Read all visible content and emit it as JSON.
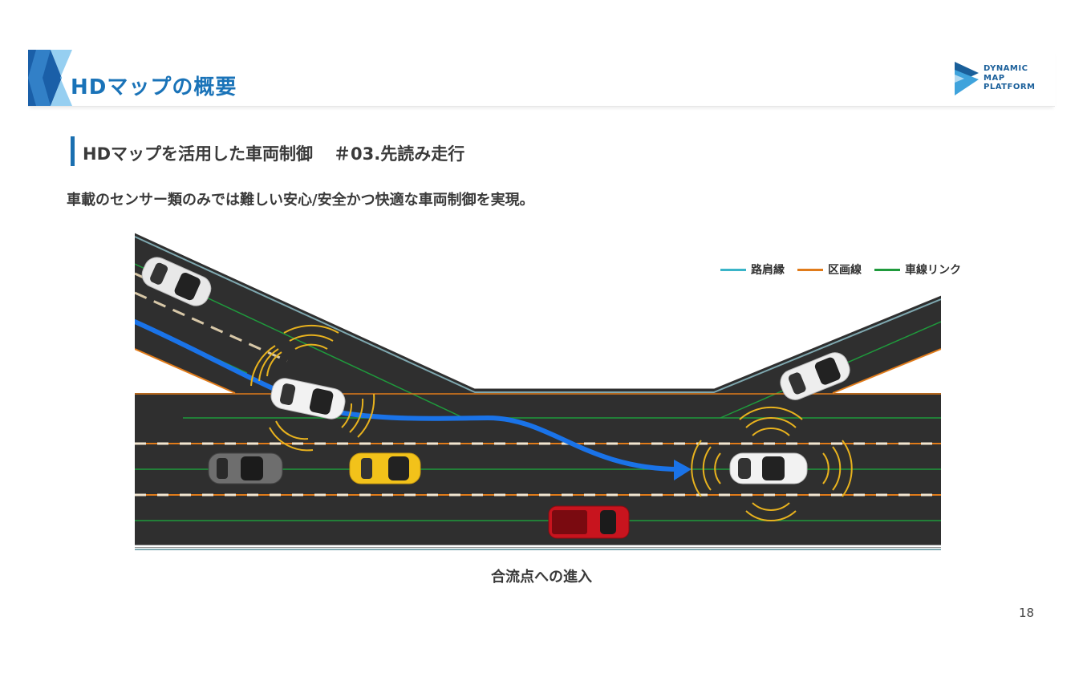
{
  "header": {
    "title": "HDマップの概要"
  },
  "logo": {
    "lines": [
      "DYNAMIC",
      "MAP",
      "PLATFORM"
    ]
  },
  "section": {
    "title": "HDマップを活用した車両制御",
    "subtitle": "＃03.先読み走行"
  },
  "lead": "車載のセンサー類のみでは難しい安心/安全かつ快適な車両制御を実現。",
  "legend": [
    {
      "label": "路肩縁",
      "color": "#3ab4c8"
    },
    {
      "label": "区画線",
      "color": "#e07b1a"
    },
    {
      "label": "車線リンク",
      "color": "#1f9a3c"
    }
  ],
  "diagram": {
    "road_color": "#2f2f2f",
    "path_color": "#1a73e8",
    "sensor_color": "#e8b21e",
    "vehicles": [
      {
        "id": "parked-merge-lane",
        "color": "#e8e8e8"
      },
      {
        "id": "ego-merging",
        "color": "#f2f2f2"
      },
      {
        "id": "gray-car",
        "color": "#6e6e6e"
      },
      {
        "id": "yellow-car",
        "color": "#f2c21a"
      },
      {
        "id": "red-pickup",
        "color": "#c8141e"
      },
      {
        "id": "ego-after-merge",
        "color": "#f2f2f2"
      },
      {
        "id": "exit-lane-car",
        "color": "#eeeeee"
      }
    ]
  },
  "caption": "合流点への進入",
  "page_number": "18"
}
